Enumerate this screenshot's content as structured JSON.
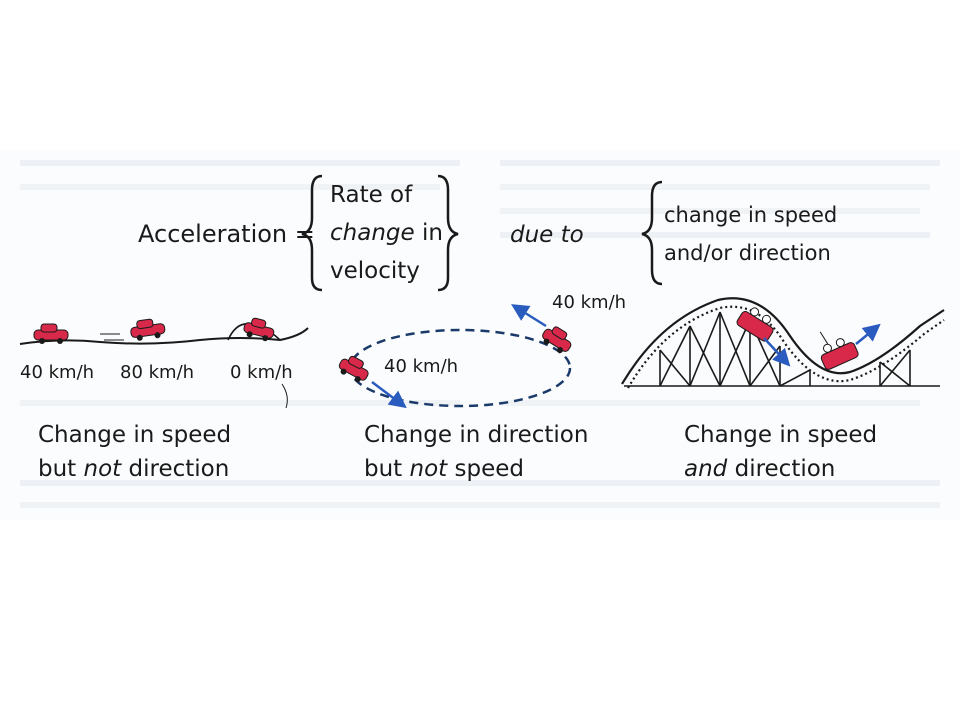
{
  "definition": {
    "term": "Acceleration =",
    "rate_line1": "Rate of",
    "rate_line2_italic": "change",
    "rate_line2_rest": " in",
    "rate_line3": "velocity",
    "due_to": "due to",
    "change_line1": "change in speed",
    "change_line2": "and/or direction"
  },
  "panel_speed": {
    "label_1": "40 km/h",
    "label_2": "80 km/h",
    "label_3": "0 km/h",
    "caption_line1": "Change in speed",
    "caption_line2_pre": "but ",
    "caption_line2_italic": "not",
    "caption_line2_post": " direction"
  },
  "panel_direction": {
    "label_top": "40 km/h",
    "label_left": "40 km/h",
    "caption_line1": "Change in direction",
    "caption_line2_pre": "but ",
    "caption_line2_italic": "not",
    "caption_line2_post": " speed"
  },
  "panel_both": {
    "caption_line1": "Change in speed",
    "caption_line2_italic": "and",
    "caption_line2_post": " direction"
  },
  "colors": {
    "car": "#d8294a",
    "arrow": "#2a5bbf",
    "ink": "#1a1a1a"
  }
}
